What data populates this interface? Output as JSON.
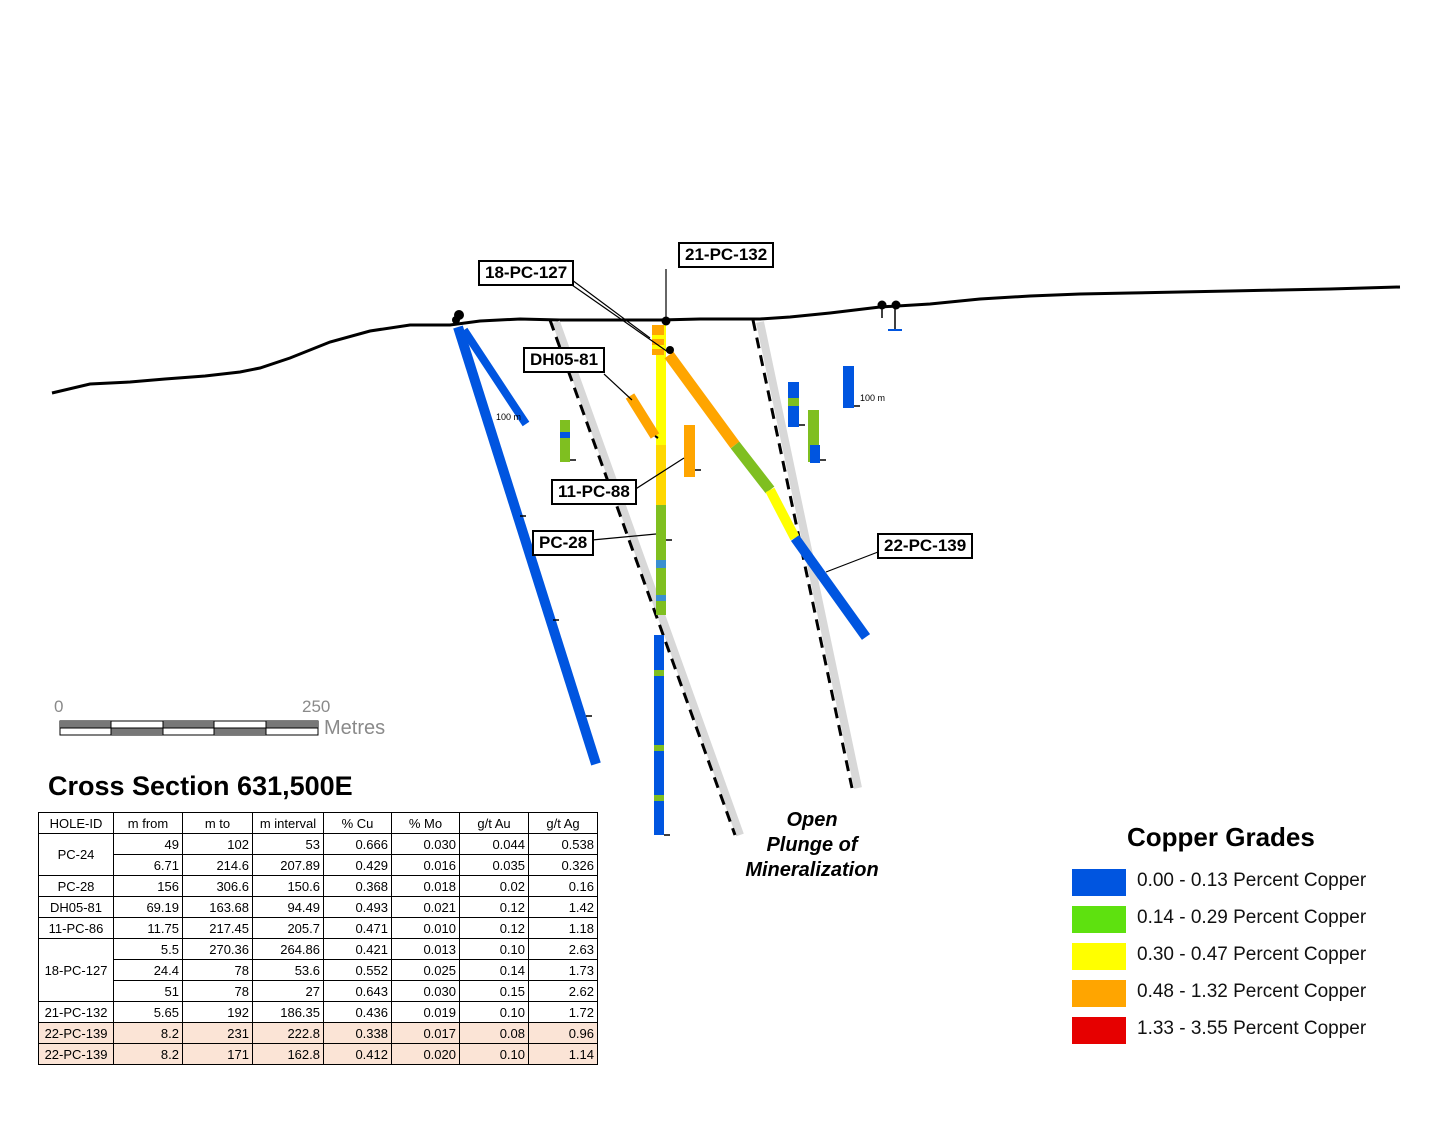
{
  "drill_holes": {
    "labels": [
      "18-PC-127",
      "21-PC-132",
      "DH05-81",
      "11-PC-88",
      "PC-28",
      "22-PC-139"
    ],
    "depth_markers": [
      "100 m",
      "100 m"
    ]
  },
  "scale_bar": {
    "start": "0",
    "end": "250",
    "unit": "Metres"
  },
  "title": "Cross Section 631,500E",
  "table": {
    "headers": [
      "HOLE-ID",
      "m from",
      "m to",
      "m interval",
      "% Cu",
      "% Mo",
      "g/t Au",
      "g/t Ag"
    ],
    "rows": [
      [
        "PC-24",
        "49",
        "102",
        "53",
        "0.666",
        "0.030",
        "0.044",
        "0.538"
      ],
      [
        "",
        "6.71",
        "214.6",
        "207.89",
        "0.429",
        "0.016",
        "0.035",
        "0.326"
      ],
      [
        "PC-28",
        "156",
        "306.6",
        "150.6",
        "0.368",
        "0.018",
        "0.02",
        "0.16"
      ],
      [
        "DH05-81",
        "69.19",
        "163.68",
        "94.49",
        "0.493",
        "0.021",
        "0.12",
        "1.42"
      ],
      [
        "11-PC-86",
        "11.75",
        "217.45",
        "205.7",
        "0.471",
        "0.010",
        "0.12",
        "1.18"
      ],
      [
        "18-PC-127",
        "5.5",
        "270.36",
        "264.86",
        "0.421",
        "0.013",
        "0.10",
        "2.63"
      ],
      [
        "",
        "24.4",
        "78",
        "53.6",
        "0.552",
        "0.025",
        "0.14",
        "1.73"
      ],
      [
        "",
        "51",
        "78",
        "27",
        "0.643",
        "0.030",
        "0.15",
        "2.62"
      ],
      [
        "21-PC-132",
        "5.65",
        "192",
        "186.35",
        "0.436",
        "0.019",
        "0.10",
        "1.72"
      ],
      [
        "22-PC-139",
        "8.2",
        "231",
        "222.8",
        "0.338",
        "0.017",
        "0.08",
        "0.96"
      ],
      [
        "22-PC-139",
        "8.2",
        "171",
        "162.8",
        "0.412",
        "0.020",
        "0.10",
        "1.14"
      ]
    ],
    "highlight_color": "#fbe4d6"
  },
  "annotation": {
    "line1": "Open",
    "line2": "Plunge of",
    "line3": "Mineralization"
  },
  "legend": {
    "title": "Copper Grades",
    "items": [
      {
        "label": "0.00 - 0.13 Percent Copper",
        "color": "#0055e0"
      },
      {
        "label": "0.14 - 0.29 Percent Copper",
        "color": "#5ee10f"
      },
      {
        "label": "0.30 - 0.47 Percent Copper",
        "color": "#ffff00"
      },
      {
        "label": "0.48 - 1.32 Percent Copper",
        "color": "#ffa500"
      },
      {
        "label": "1.33 - 3.55 Percent Copper",
        "color": "#e60000"
      }
    ]
  }
}
